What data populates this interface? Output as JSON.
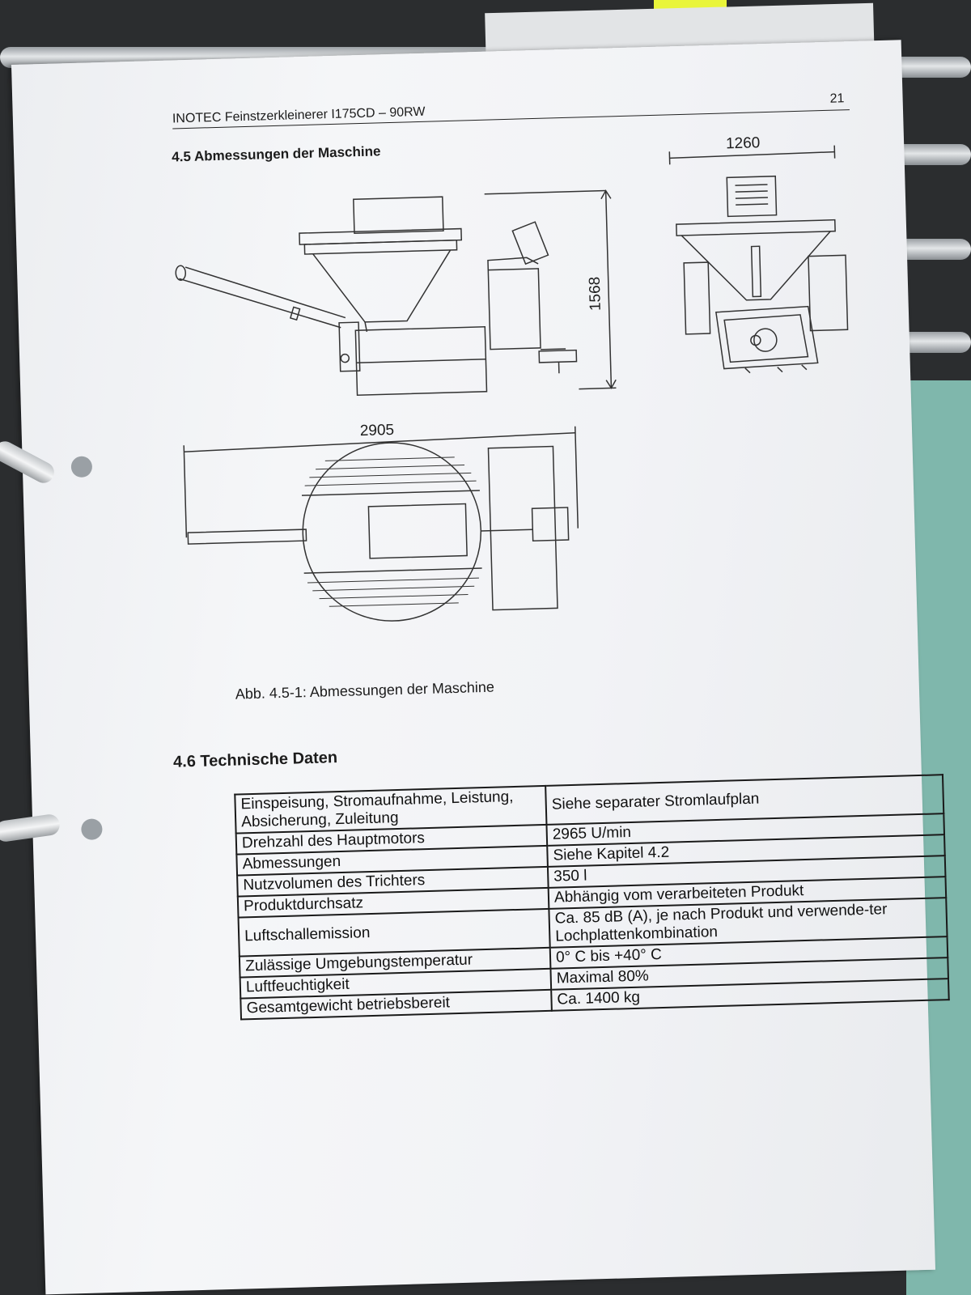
{
  "header": {
    "title": "INOTEC Feinstzerkleinerer I175CD – 90RW",
    "page_number": "21"
  },
  "section_45": {
    "heading": "4.5  Abmessungen der Maschine",
    "dimensions": {
      "width": "1260",
      "height": "1568",
      "length": "2905"
    },
    "caption": "Abb. 4.5-1: Abmessungen der Maschine"
  },
  "section_46": {
    "heading": "4.6  Technische Daten",
    "rows": [
      {
        "label": "Einspeisung,  Stromaufnahme,  Leistung, Absicherung, Zuleitung",
        "value": "Siehe separater Stromlaufplan"
      },
      {
        "label": "Drehzahl des Hauptmotors",
        "value": "2965 U/min"
      },
      {
        "label": "Abmessungen",
        "value": "Siehe Kapitel 4.2"
      },
      {
        "label": "Nutzvolumen des Trichters",
        "value": "350 l"
      },
      {
        "label": "Produktdurchsatz",
        "value": "Abhängig vom verarbeiteten Produkt"
      },
      {
        "label": "Luftschallemission",
        "value": "Ca. 85 dB (A), je nach Produkt und verwende-ter Lochplattenkombination"
      },
      {
        "label": "Zulässige Umgebungstemperatur",
        "value": "0° C bis +40° C"
      },
      {
        "label": "Luftfeuchtigkeit",
        "value": "Maximal 80%"
      },
      {
        "label": "Gesamtgewicht betriebsbereit",
        "value": "Ca. 1400 kg"
      }
    ]
  }
}
